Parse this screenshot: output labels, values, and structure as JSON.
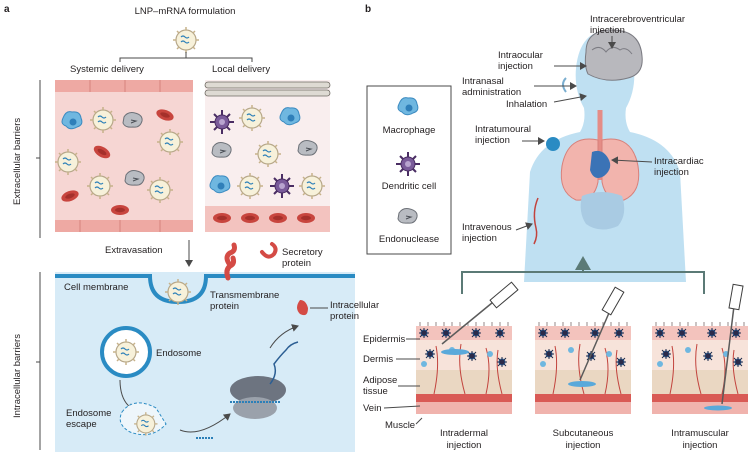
{
  "panel_a": {
    "label": "a",
    "title": "LNP–mRNA formulation",
    "systemic": "Systemic delivery",
    "local": "Local delivery",
    "extracellular_barriers": "Extracellular barriers",
    "intracellular_barriers": "Intracellular barriers",
    "extravasation": "Extravasation",
    "secretory_protein_1": "Secretory",
    "secretory_protein_2": "protein",
    "cell_membrane": "Cell membrane",
    "transmembrane_1": "Transmembrane",
    "transmembrane_2": "protein",
    "intracellular_1": "Intracellular",
    "intracellular_2": "protein",
    "endosome": "Endosome",
    "endosome_escape_1": "Endosome",
    "endosome_escape_2": "escape"
  },
  "panel_b": {
    "label": "b",
    "legend": {
      "macrophage": "Macrophage",
      "dendritic": "Dendritic cell",
      "endonuclease": "Endonuclease"
    },
    "routes": {
      "icv_1": "Intracerebroventricular",
      "icv_2": "injection",
      "intraocular_1": "Intraocular",
      "intraocular_2": "injection",
      "intranasal_1": "Intranasal",
      "intranasal_2": "administration",
      "inhalation": "Inhalation",
      "intratumoural_1": "Intratumoural",
      "intratumoural_2": "injection",
      "intracardiac_1": "Intracardiac",
      "intracardiac_2": "injection",
      "intravenous_1": "Intravenous",
      "intravenous_2": "injection"
    },
    "skin": {
      "epidermis": "Epidermis",
      "dermis": "Dermis",
      "adipose_1": "Adipose",
      "adipose_2": "tissue",
      "vein": "Vein",
      "muscle": "Muscle"
    },
    "injections": {
      "intradermal_1": "Intradermal",
      "intradermal_2": "injection",
      "subcutaneous_1": "Subcutaneous",
      "subcutaneous_2": "injection",
      "intramuscular_1": "Intramuscular",
      "intramuscular_2": "injection"
    }
  },
  "colors": {
    "vessel_pink": "#f3c3c0",
    "vessel_wall": "#e58c86",
    "cell_blue": "#cfe6f5",
    "membrane": "#2a8bc3",
    "body_blue": "#bfe0f2",
    "lung_pink": "#f2b4ad"
  }
}
